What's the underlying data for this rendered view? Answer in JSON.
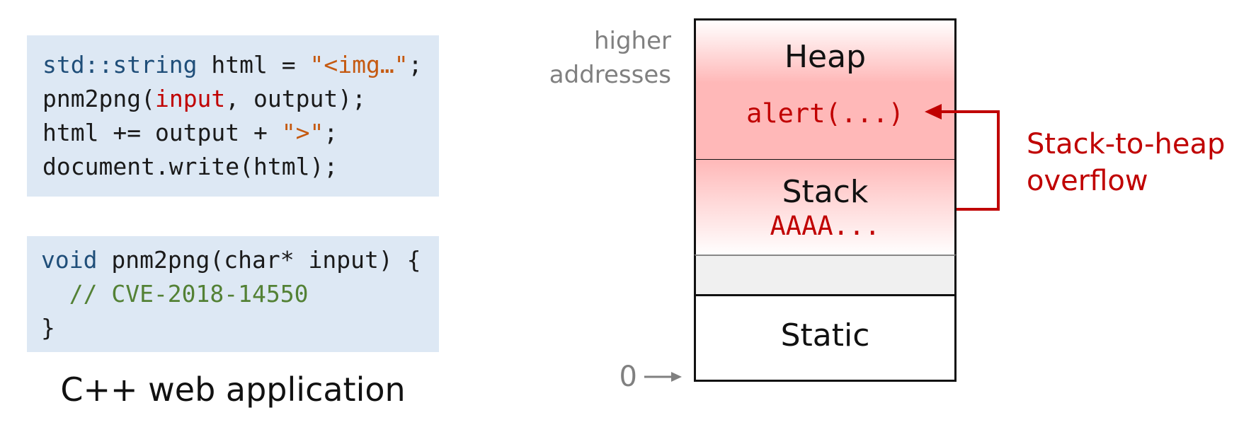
{
  "code_block_1": {
    "lines": [
      [
        {
          "t": "std::string",
          "c": "type"
        },
        {
          "t": " html = ",
          "c": "plain"
        },
        {
          "t": "\"<img…\"",
          "c": "str"
        },
        {
          "t": ";",
          "c": "plain"
        }
      ],
      [
        {
          "t": "pnm2png(",
          "c": "plain"
        },
        {
          "t": "input",
          "c": "var"
        },
        {
          "t": ", output);",
          "c": "plain"
        }
      ],
      [
        {
          "t": "html += output + ",
          "c": "plain"
        },
        {
          "t": "\">\"",
          "c": "str"
        },
        {
          "t": ";",
          "c": "plain"
        }
      ],
      [
        {
          "t": "document.write(html);",
          "c": "plain"
        }
      ]
    ]
  },
  "code_block_2": {
    "lines": [
      [
        {
          "t": "void",
          "c": "type"
        },
        {
          "t": " pnm2png(char* input) {",
          "c": "plain"
        }
      ],
      [
        {
          "t": "  // CVE-2018-14550",
          "c": "comment"
        }
      ],
      [
        {
          "t": "}",
          "c": "plain"
        }
      ]
    ]
  },
  "caption": "C++ web application",
  "memory": {
    "heap_label": "Heap",
    "heap_code": "alert(...)",
    "stack_label": "Stack",
    "stack_code": "AAAA...",
    "static_label": "Static"
  },
  "address": {
    "higher_line1": "higher",
    "higher_line2": "addresses",
    "zero": "0"
  },
  "overflow": {
    "line1": "Stack-to-heap",
    "line2": "overflow"
  },
  "colors": {
    "type": "#1f4e79",
    "plain": "#1a1a1a",
    "str": "#c55a11",
    "var": "#c00000",
    "comment": "#538135",
    "accent_red": "#c00000",
    "code_bg": "#dde8f4",
    "heap_fill": "#ffb8b8",
    "gap_fill": "#f0f0f0",
    "gray_text": "#808080"
  }
}
